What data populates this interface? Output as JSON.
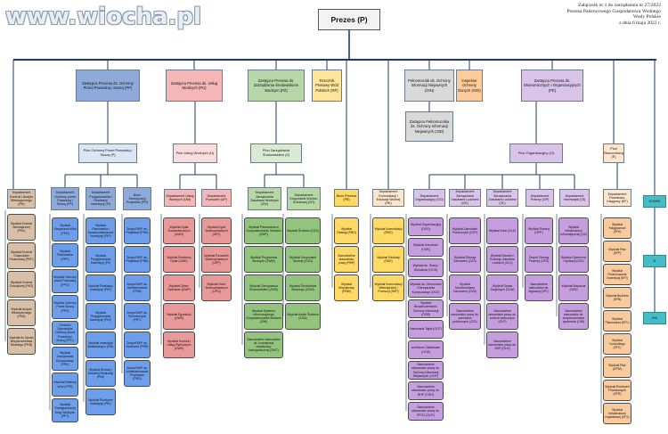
{
  "watermark": "www.wiocha.pl",
  "header": {
    "lines": [
      "Załącznik nr 1 do zarządzenia nr 27/2022",
      "Prezesa Państwowego Gospodarstwa Wodnego",
      "Wody Polskie",
      "z dnia 6 maja 2022 r."
    ]
  },
  "colors": {
    "line": "#1f3b63",
    "blue": "#8eaadb",
    "blue_light": "#dbe5f4",
    "blue_unit": "#6d9eeb",
    "red": "#f4b6b6",
    "red_light": "#fbdcdc",
    "red_unit": "#ea9999",
    "green": "#b6d7a8",
    "green_light": "#d9ead3",
    "green_unit": "#93c47d",
    "yellow": "#ffe599",
    "yellow_unit": "#ffd966",
    "orange_light": "#fce5cd",
    "orange_unit": "#f9cb9c",
    "grey": "#d9d9d9",
    "gray_unit": "#b7b7b7",
    "purple": "#d9c3e9",
    "purple_light": "#e9dcf3",
    "purple_unit": "#c69ee0",
    "brown": "#d8bfa6",
    "teal": "#46bdc6"
  },
  "nodes": {
    "president": "Prezes (P)",
    "zastepca_pp": "Zastępca Prezesa ds. Ochrony Przed Powodzią i Suszą (PP)",
    "zastepca_pu": "Zastępca Prezesa ds. Usług Wodnych (PU)",
    "zastepca_pz": "Zastępca Prezesa ds. Zarządzania Środowiskiem Wodnym (PZ)",
    "rzecznik": "Rzecznik Prasowy Wód Polskich (RP)",
    "pelnomocnik_oin": "Pełnomocnik ds. Ochrony Informacji Niejawnych (OIN)",
    "inspektor_iod": "Inspektor Ochrony Danych (IOD)",
    "zastepca_oid": "Zastępca Pełnomocnika ds. Ochrony Informacji Niejawnych (OID)",
    "zastepca_pe": "Zastępca Prezesa ds. Ekonomicznych i Organizacyjnych (PE)",
    "pion_pp": "Pion Ochrony Przed Powodzią i Suszą (P)",
    "pion_u": "Pion Usług Wodnych (U)",
    "pion_z": "Pion Zarządzania Środowiskiem (Z)",
    "pion_o": "Pion Organizacyjny (O)",
    "pion_e": "Pion Ekonomiczny (E)",
    "right_1": "KOORK",
    "right_2": "IZ",
    "right_3": "HHI"
  },
  "departments": [
    {
      "label": "Departament Kontroli i Audytu Wewnętrznego (PK)"
    },
    {
      "label": "Departament Ochrony przed Powodzią i Suszą (PP)"
    },
    {
      "label": "Departament Przygotowania i Realizacji Inwestycji (PI)"
    },
    {
      "label": "Biuro Koordynacji Projektów (PR)"
    },
    {
      "label": "Departament Usług Wodnych (UW)"
    },
    {
      "label": "Departament Pozwoleń (UP)"
    },
    {
      "label": "Departament Zarządzania Zasobami Wodnymi (ZW)"
    },
    {
      "label": "Departament Gospodarki Wodno-Ściekowej (ZG)"
    },
    {
      "label": "Biuro Prezesa (PB)"
    },
    {
      "label": "Departament Komunikacji i Edukacji Wodnej (RK)"
    },
    {
      "label": "Departament Organizacyjny (OO)"
    },
    {
      "label": "Departament Zarządzania Zasobami Ludzkimi (OK)"
    },
    {
      "label": "Departament Zarządzania Zasobami Ludzkimi (OL)"
    },
    {
      "label": "Departament Prawny (OP)"
    },
    {
      "label": "Departament Informatyki (OI)"
    },
    {
      "label": "Departament Finansowo-Księgowy (EF)"
    }
  ],
  "units": {
    "col1": [
      "Wydział Kontroli Wewnętrznej (PKK)",
      "Wydział Kontroli Gospodarki Finansowej (PKF)",
      "Wydział Kontroli Zarządczej (PKZ)",
      "Wydział Audytu Wewnętrznego (PKA)",
      "Wydział do Spraw Bezpieczeństwa Wodnego (PKB)"
    ],
    "col2": [
      "Wydział Utrzymania Wód (PPU)",
      "Wydział Planowania (PPP)",
      "Wydział Ochrony przed Powodzią (PPO)",
      "Wydział Ochrony Przed Suszą (PPS)",
      "Centrum Operacyjne Ochrony przed Powodzią i Suszą (PPC)",
      "Wydział Zarządzania Kryzysowego (PPK)",
      "Wydział Retencji Wód (PPR)",
      "Wydział Transgranicznej Dróg Wodnych (PPT)"
    ],
    "col3": [
      "Wydział Planowania i Sprawozdawczości Inwestycji (PIP)",
      "Wydział Przygotowania Inwestycji (PII)",
      "Wydział Realizacji Inwestycji (PIR)",
      "Wydział Przygotowania Inwestycji (PIN)",
      "Wydział Inwestycji Budowlanych (PIB)",
      "Wydział Wodnej i Morskiej Realizacji (PIM)",
      "Wydział Rozliczeń Inwestycji (PIE)"
    ],
    "col4": [
      "Zespół BKP ds. Projektów (PRA)",
      "Zespół BKP ds. Projektów (PRB)",
      "Zespół BKP ds. Monitorowania (PRM)",
      "Zespół BKP ds. Technicznych (PRT)",
      "Zespół BKP ds. Rozliczeń (PRR)",
      "Zespół BKP ds. Administrowania Projektami (PRD)"
    ],
    "col5": [
      "Wydział Opłat Środowiskowych (UWO)",
      "Wydział Ewidencji Opłat (UWE)",
      "Wydział Opłat i Operatów (UWP)",
      "Wydział Egzekucji (UWS)",
      "Wydział Kontroli i Usług Rynkowych (UWK)"
    ],
    "col6": [
      "Wydział Zgód Wodnoprawnych (UPZ)",
      "Wydział Pozwoleń Wodnoprawnych (UPP)",
      "Wydział Ocen Wodnoprawnych (UPO)"
    ],
    "col7": [
      "Wydział Planowania w Gospodarowaniu Wodami (ZWP)",
      "Wydział Programów Wodnych (ZWW)",
      "Wydział Zarządzania Środowiskiem (ZWS)",
      "Wydział Systemu Informacyjnego Gospodarowania Wodami (ZWI)",
      "Samodzielne stanowisko ds. koordynacji współpracy transgranicznej (ZWT)"
    ],
    "col8": [
      "Wydział Ścieków (ZGS)",
      "Wydział Gospodarki Wodnej (ZGG)",
      "Wydział Środowiska Wodnego (ZGW)",
      "Wydział Analiz Ścieków (ZGA)"
    ],
    "col9": [
      "Wydział Obsługi (PBO)",
      "Samodzielne stanowisko prasy (PBP)",
      "Wydział Współpracy (PBW)"
    ],
    "col10": [
      "Wydział Komunikacji (RKK)",
      "Wydział Edukacji (RKE)",
      "Wydział Komunikacji Wewnętrznej i Promocji (RKP)"
    ],
    "col11": [
      "Wydział Organizacyjny (OOO)",
      "Wydział Kancelarii (OOK)",
      "Wydział ds. Skarg i Wniosków (OOS)",
      "Wydział ds. Obronności i Zarządzania Kryzysowego (OOZ)",
      "Wydział Bezpieczeństwa i Ochrony Informacji (OOB)",
      "Kancelaria Tajna (OOT)",
      "Archiwum Zakładowe (OOA)",
      "Samodzielne stanowisko pracy ds. Ochrony Informacji Niejawnych (OOP)",
      "Samodzielne stanowisko pracy ds. BHP (OOH)",
      "Samodzielne stanowisko pracy ds. PPOŻ (OOF)"
    ],
    "col12": [
      "Wydział Zamówień Publicznych (ZZP)",
      "Wydział Obsługi Zamówień (ZZO)",
      "Wydział Monitorowania Zamówień (ZZM)",
      "Samodzielne stanowisko pracy ds. zamówień publicznych (ZZS)"
    ],
    "col13": [
      "Wydział Kadr (OLK)",
      "Wydział Szkoleń i Rozwoju Zasobów Ludzkich (OLS)",
      "Wydział Spraw Socjalnych (OLW)",
      "Samodzielne stanowisko pracy ds. kontroli kadrowych (OLP)",
      "Samodzielne stanowisko pracy ds. BHP (OLH)"
    ],
    "col14": [
      "Wydział Prawny (OPP)",
      "Zespół Obsługi Prawnej (OPZ)",
      "Samodzielne stanowisko ds. legislacji (OPL)"
    ],
    "col15": [
      "Wydział Infrastruktury Informatycznej (OII)",
      "Wydział Systemów i Aplikacji (OIS)",
      "Wydział Wsparcia (OIW)",
      "Samodzielne stanowisko ds. bezpieczeństwa systemów (OIB)"
    ],
    "col16": [
      "Wydział Księgowości (EFK)",
      "Wydział Płac (EFP)",
      "Wydział Finansowania Inwestycji (EFI)",
      "Wydział Budżetu (EFB)",
      "Wydział Planowania (EFL)",
      "Wydział Controllingu (EFC)",
      "Wydział Płac (EFW)",
      "Wydział Rozliczeń Finansowych (EFR)",
      "Wydział Infrastruktury Kapitałowej (EFX)"
    ]
  }
}
